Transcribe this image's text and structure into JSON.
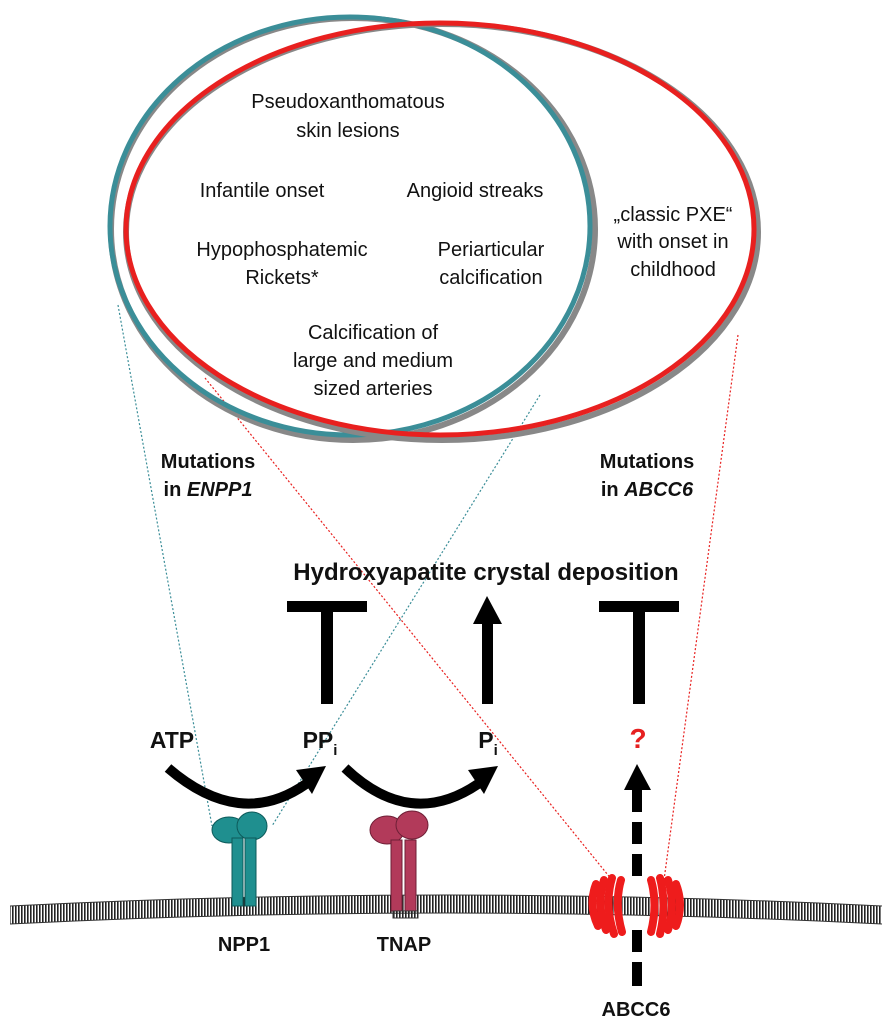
{
  "venn": {
    "shared_features": {
      "skin_lesions": [
        "Pseudoxanthomatous",
        "skin lesions"
      ],
      "angioid": "Angioid streaks",
      "periarticular": [
        "Periarticular",
        "calcification"
      ],
      "arteries": [
        "Calcification of",
        "large and medium",
        "sized arteries"
      ]
    },
    "enpp1_features": {
      "infantile": "Infantile onset",
      "rickets": [
        "Hypophosphatemic",
        "Rickets*"
      ]
    },
    "abcc6_features": {
      "classic": [
        "„classic PXE“",
        "with onset in",
        "childhood"
      ]
    },
    "colors": {
      "enpp1_circle": "#3b8e98",
      "abcc6_circle": "#e8201f",
      "outline": "#7a7a7a"
    }
  },
  "mutations": {
    "enpp1": {
      "line1": "Mutations",
      "prefix": "in ",
      "gene": "ENPP1"
    },
    "abcc6": {
      "line1": "Mutations",
      "prefix": "in ",
      "gene": "ABCC6"
    }
  },
  "pathway": {
    "title": "Hydroxyapatite crystal deposition",
    "atp": "ATP",
    "ppi": {
      "base": "PP",
      "sub": "i"
    },
    "pi": {
      "base": "P",
      "sub": "i"
    },
    "unknown": "?"
  },
  "proteins": {
    "npp1": {
      "label": "NPP1",
      "color": "#1f8f8f"
    },
    "tnap": {
      "label": "TNAP",
      "color": "#b23a5a"
    },
    "abcc6": {
      "label": "ABCC6",
      "color": "#ee1c1c"
    }
  }
}
